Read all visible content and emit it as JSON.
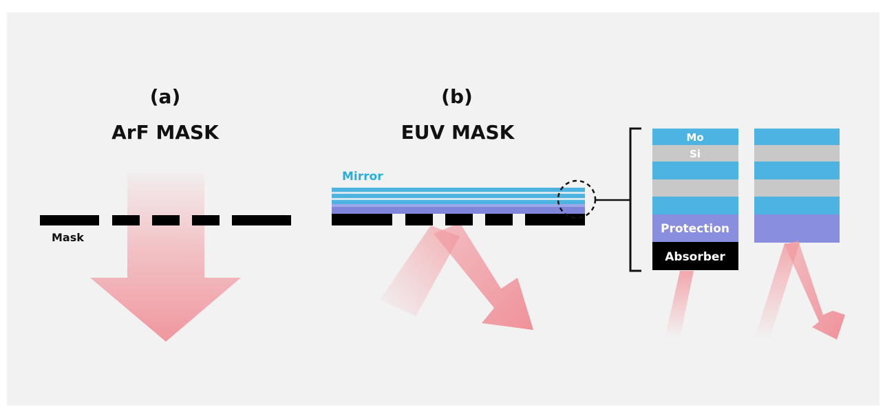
{
  "panel_a": {
    "letter": "(a)",
    "title": "ArF MASK",
    "mask_label": "Mask"
  },
  "panel_b": {
    "letter": "(b)",
    "title": "EUV MASK",
    "mirror_label": "Mirror"
  },
  "detail": {
    "mo_label": "Mo",
    "si_label": "Si",
    "protection_label": "Protection",
    "absorber_label": "Absorber"
  },
  "colors": {
    "background": "#f2f2f2",
    "mo_layer": "#4db4e2",
    "si_layer": "#c8c8c8",
    "protection_layer": "#8a8edf",
    "absorber": "#000000",
    "mirror_text": "#2aaedc",
    "arrow": "#f19aa0"
  }
}
